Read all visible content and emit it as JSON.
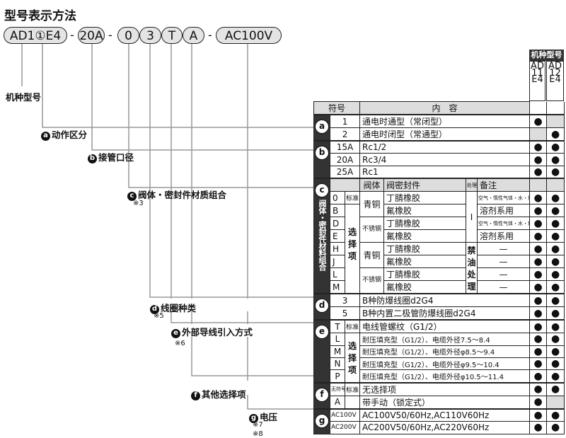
{
  "title": "型号表示方法",
  "model": {
    "p1": "AD1",
    "p1_circle": "①",
    "p1_suffix": "E4",
    "p2": "20A",
    "p3": "0",
    "p4": "3",
    "p5": "T",
    "p6": "A",
    "p7": "AC100V",
    "dash": "-"
  },
  "labels": {
    "model_type": "机种型号",
    "a": "动作区分",
    "b": "接管口径",
    "c": "阀体・密封件材质组合",
    "c_note": "※3",
    "d": "线圈种类",
    "d_note": "※5",
    "e": "外部导线引入方式",
    "e_note": "※6",
    "f": "其他选择项",
    "g": "电压",
    "g_note1": "※7",
    "g_note2": "※8"
  },
  "badges": {
    "a": "a",
    "b": "b",
    "c": "c",
    "d": "d",
    "e": "e",
    "f": "f",
    "g": "g"
  },
  "table": {
    "model_header": "机种型号",
    "models": [
      "AD11E4",
      "AD12E4"
    ],
    "h_symbol": "符号",
    "h_content": "内　容",
    "c_vertical": "阀体・密封件材料组合",
    "c_h_body": "阀体",
    "c_h_seal": "阀密封件",
    "c_h_treat": "处理",
    "c_h_note": "备注",
    "std": "标准",
    "opt": "选择项",
    "no_symbol": "无符号",
    "bronze": "青铜",
    "stainless": "不锈钢",
    "treat_none": "I",
    "treat_oil": "禁油处理",
    "a": [
      {
        "code": "1",
        "text": "通电时通型（常闭型）",
        "m1": "●",
        "m2": ""
      },
      {
        "code": "2",
        "text": "通电时闭型（常通型）",
        "m1": "",
        "m2": "●"
      }
    ],
    "b": [
      {
        "code": "15A",
        "text": "Rc1/2",
        "m1": "●",
        "m2": "●"
      },
      {
        "code": "20A",
        "text": "Rc3/4",
        "m1": "●",
        "m2": "●"
      },
      {
        "code": "25A",
        "text": "Rc1",
        "m1": "●",
        "m2": "●"
      }
    ],
    "c": [
      {
        "code": "0",
        "seal": "丁腈橡胶",
        "note": "空气・惰性气体・水・煤油用",
        "m1": "●",
        "m2": "●"
      },
      {
        "code": "B",
        "seal": "氟橡胶",
        "note": "溶剂系用",
        "m1": "●",
        "m2": "●"
      },
      {
        "code": "D",
        "seal": "丁腈橡胶",
        "note": "空气・惰性气体・水・煤油用",
        "m1": "●",
        "m2": "●"
      },
      {
        "code": "E",
        "seal": "氟橡胶",
        "note": "溶剂系用",
        "m1": "●",
        "m2": "●"
      },
      {
        "code": "H",
        "seal": "丁腈橡胶",
        "note": "—",
        "m1": "●",
        "m2": "●"
      },
      {
        "code": "J",
        "seal": "氟橡胶",
        "note": "—",
        "m1": "●",
        "m2": "●"
      },
      {
        "code": "L",
        "seal": "丁腈橡胶",
        "note": "—",
        "m1": "●",
        "m2": "●"
      },
      {
        "code": "M",
        "seal": "氟橡胶",
        "note": "—",
        "m1": "●",
        "m2": "●"
      }
    ],
    "d": [
      {
        "code": "3",
        "text": "B种防爆线圈d2G4",
        "m1": "●",
        "m2": "●"
      },
      {
        "code": "5",
        "text": "B种内置二极管防爆线圈d2G4",
        "m1": "●",
        "m2": "●"
      }
    ],
    "e": [
      {
        "code": "T",
        "text": "电线管螺纹（G1/2）",
        "m1": "●",
        "m2": "●"
      },
      {
        "code": "L",
        "text": "耐压填充型（G1/2）、电缆外径7.5～8.4",
        "m1": "●",
        "m2": "●"
      },
      {
        "code": "M",
        "text": "耐压填充型（G1/2）、电缆外径φ8.5～9.4",
        "m1": "●",
        "m2": "●"
      },
      {
        "code": "N",
        "text": "耐压填充型（G1/2）、电缆外径φ9.5～10.4",
        "m1": "●",
        "m2": "●"
      },
      {
        "code": "P",
        "text": "耐压填充型（G1/2）、电缆外径φ10.5～11.4",
        "m1": "●",
        "m2": "●"
      }
    ],
    "f": [
      {
        "code": "无符号",
        "text": "无选择项",
        "m1": "●",
        "m2": "●"
      },
      {
        "code": "A",
        "text": "带手动（锁定式）",
        "m1": "●",
        "m2": ""
      }
    ],
    "g": [
      {
        "code": "AC100V",
        "text": "AC100V50/60Hz,AC110V60Hz",
        "m1": "●",
        "m2": "●"
      },
      {
        "code": "AC200V",
        "text": "AC200V50/60Hz,AC220V60Hz",
        "m1": "●",
        "m2": "●"
      }
    ]
  }
}
